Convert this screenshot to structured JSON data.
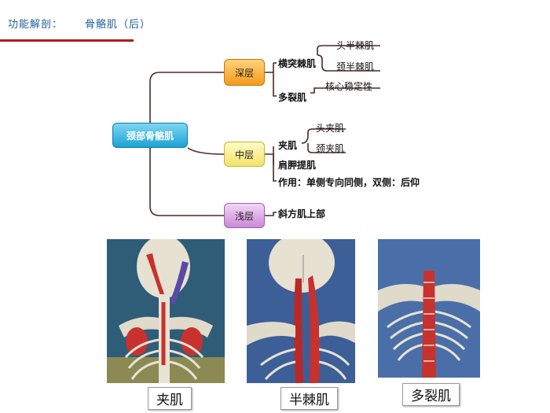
{
  "header": {
    "title": "功能解剖：",
    "subtitle": "骨骼肌（后）"
  },
  "root": {
    "label": "颈部骨骼肌"
  },
  "layers": {
    "deep": {
      "label": "深层"
    },
    "middle": {
      "label": "中层"
    },
    "shallow": {
      "label": "浅层"
    }
  },
  "deep_items": {
    "transversospinalis": "横突棘肌",
    "semispinalis_capitis": "头半棘肌",
    "semispinalis_cervicis": "颈半棘肌",
    "multifidus": "多裂肌",
    "core_stability": "核心稳定性"
  },
  "middle_items": {
    "splenius": "夹肌",
    "splenius_capitis": "头夹肌",
    "splenius_cervicis": "颈夹肌",
    "levator_scapulae": "肩胛提肌",
    "function": "作用：单侧专向同侧，双侧：后仰"
  },
  "shallow_items": {
    "trapezius_upper": "斜方肌上部"
  },
  "images": [
    {
      "caption": "夹肌"
    },
    {
      "caption": "半棘肌"
    },
    {
      "caption": "多裂肌"
    }
  ],
  "colors": {
    "title": "#1f5f9a",
    "rule": "#b31b1b",
    "connector": "#4a2a2a",
    "muscle": "#c8322e",
    "photo_bg": "#3d5f98"
  }
}
